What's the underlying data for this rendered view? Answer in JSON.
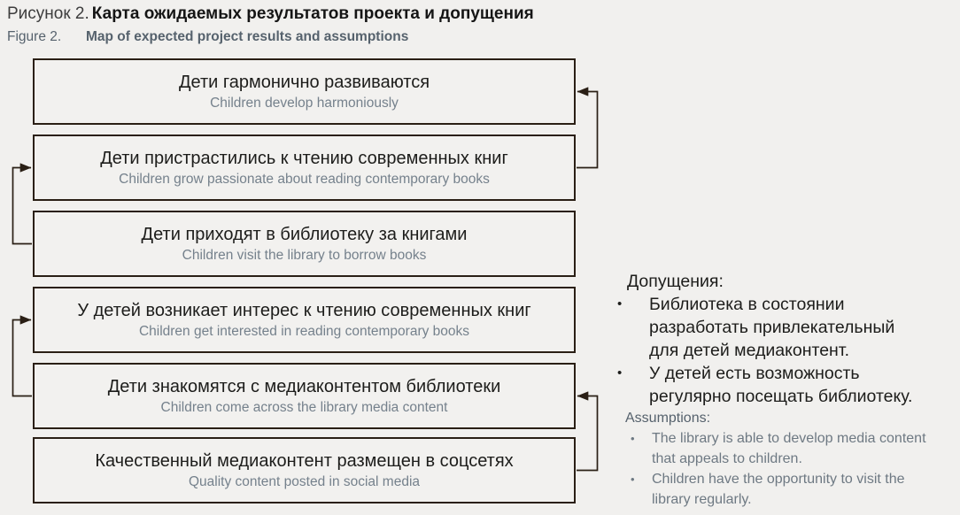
{
  "title": {
    "ru_prefix": "Рисунок 2.",
    "ru_main": "Карта ожидаемых результатов проекта и допущения",
    "en_prefix": "Figure 2.",
    "en_main": "Map of expected project results and assumptions"
  },
  "boxes": [
    {
      "ru": "Дети гармонично развиваются",
      "en": "Children develop harmoniously"
    },
    {
      "ru": "Дети пристрастились к чтению современных книг",
      "en": "Children grow passionate about reading contemporary books"
    },
    {
      "ru": "Дети приходят в библиотеку за книгами",
      "en": "Children visit the library to borrow books"
    },
    {
      "ru": "У детей возникает интерес к чтению современных книг",
      "en": "Children get interested in reading contemporary books"
    },
    {
      "ru": "Дети знакомятся с медиаконтентом библиотеки",
      "en": "Children come across the library media content"
    },
    {
      "ru": "Качественный медиаконтент размещен в соцсетях",
      "en": "Quality content posted in social media"
    }
  ],
  "connectors": [
    {
      "from": 1,
      "to": 0,
      "side": "right"
    },
    {
      "from": 2,
      "to": 1,
      "side": "left"
    },
    {
      "from": 4,
      "to": 3,
      "side": "left"
    },
    {
      "from": 5,
      "to": 4,
      "side": "right"
    }
  ],
  "assumptions": {
    "ru_heading": "Допущения:",
    "ru_bullet": "•",
    "en_bullet": "•",
    "ru_items": [
      "Библиотека в состоянии разработать привлекательный для детей медиаконтент.",
      "У детей есть возможность регулярно посещать библиотеку."
    ],
    "en_heading": "Assumptions:",
    "en_items": [
      "The library is able to develop media content that appeals to children.",
      "Children have the opportunity to visit the library regularly."
    ]
  },
  "colors": {
    "background": "#f1f0ee",
    "box_fill": "#f2f1ef",
    "box_border": "#2a1f15",
    "primary_text": "#1d1d1b",
    "secondary_text": "#75818c",
    "subtitle_text": "#56626d"
  }
}
